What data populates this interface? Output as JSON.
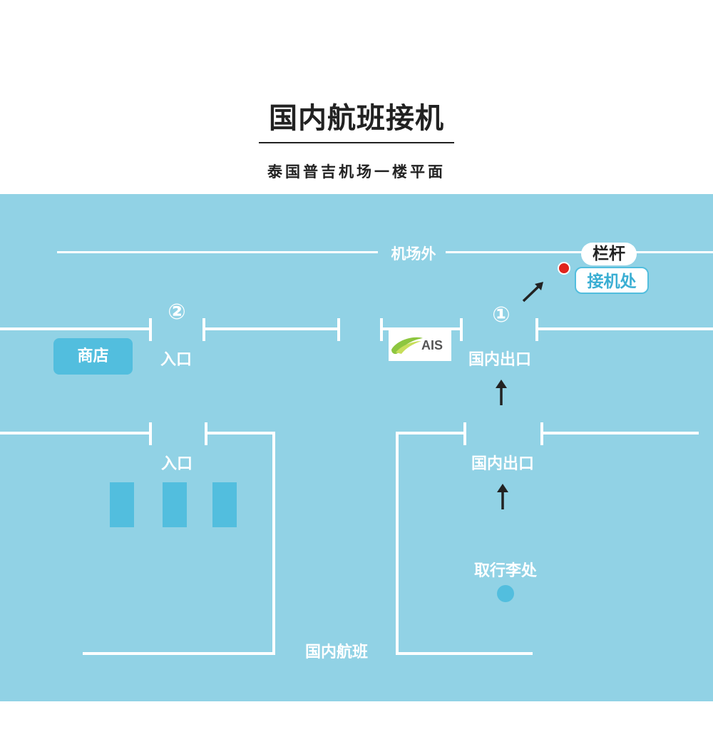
{
  "title": "国内航班接机",
  "subtitle": "泰国普吉机场一楼平面",
  "colors": {
    "map_bg": "#91d2e5",
    "accent": "#52bede",
    "pin": "#e0241c",
    "text": "#222222"
  },
  "map": {
    "outside_label": "机场外",
    "railing_label": "栏杆",
    "pickup_label": "接机处",
    "gate_2": "②",
    "gate_1": "①",
    "shop_label": "商店",
    "entrance_upper": "入口",
    "entrance_lower": "入口",
    "ais_logo_text": "AIS",
    "domestic_exit_upper": "国内出口",
    "domestic_exit_lower": "国内出口",
    "baggage_claim": "取行李处",
    "domestic_flights": "国内航班",
    "icons": [
      "arrow-up-icon",
      "arrow-diagonal-icon",
      "pin-icon",
      "ais-logo-icon"
    ]
  }
}
